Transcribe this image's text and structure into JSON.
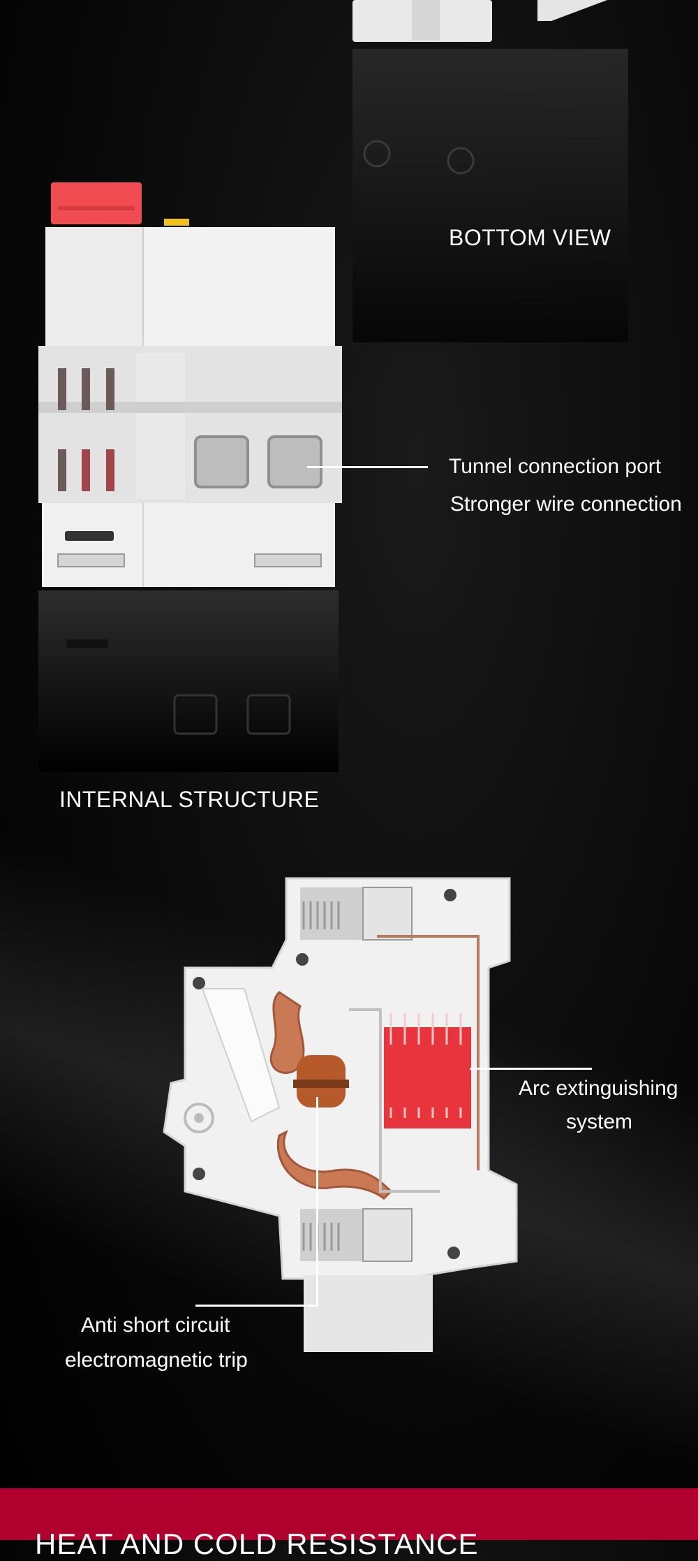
{
  "sections": {
    "bottom_view": {
      "title": "BOTTOM VIEW",
      "callout_line1": "Tunnel connection port",
      "callout_line2": "Stronger wire connection"
    },
    "internal_structure": {
      "title": "INTERNAL STRUCTURE",
      "arc_line1": "Arc extinguishing",
      "arc_line2": "system",
      "trip_line1": "Anti short circuit",
      "trip_line2": "electromagnetic trip"
    },
    "next_section": {
      "title": "HEAT AND COLD RESISTANCE"
    }
  },
  "colors": {
    "background": "#000000",
    "accent_band": "#b0002e",
    "arc_chute": "#e8343c",
    "toggle": "#f04c52"
  }
}
